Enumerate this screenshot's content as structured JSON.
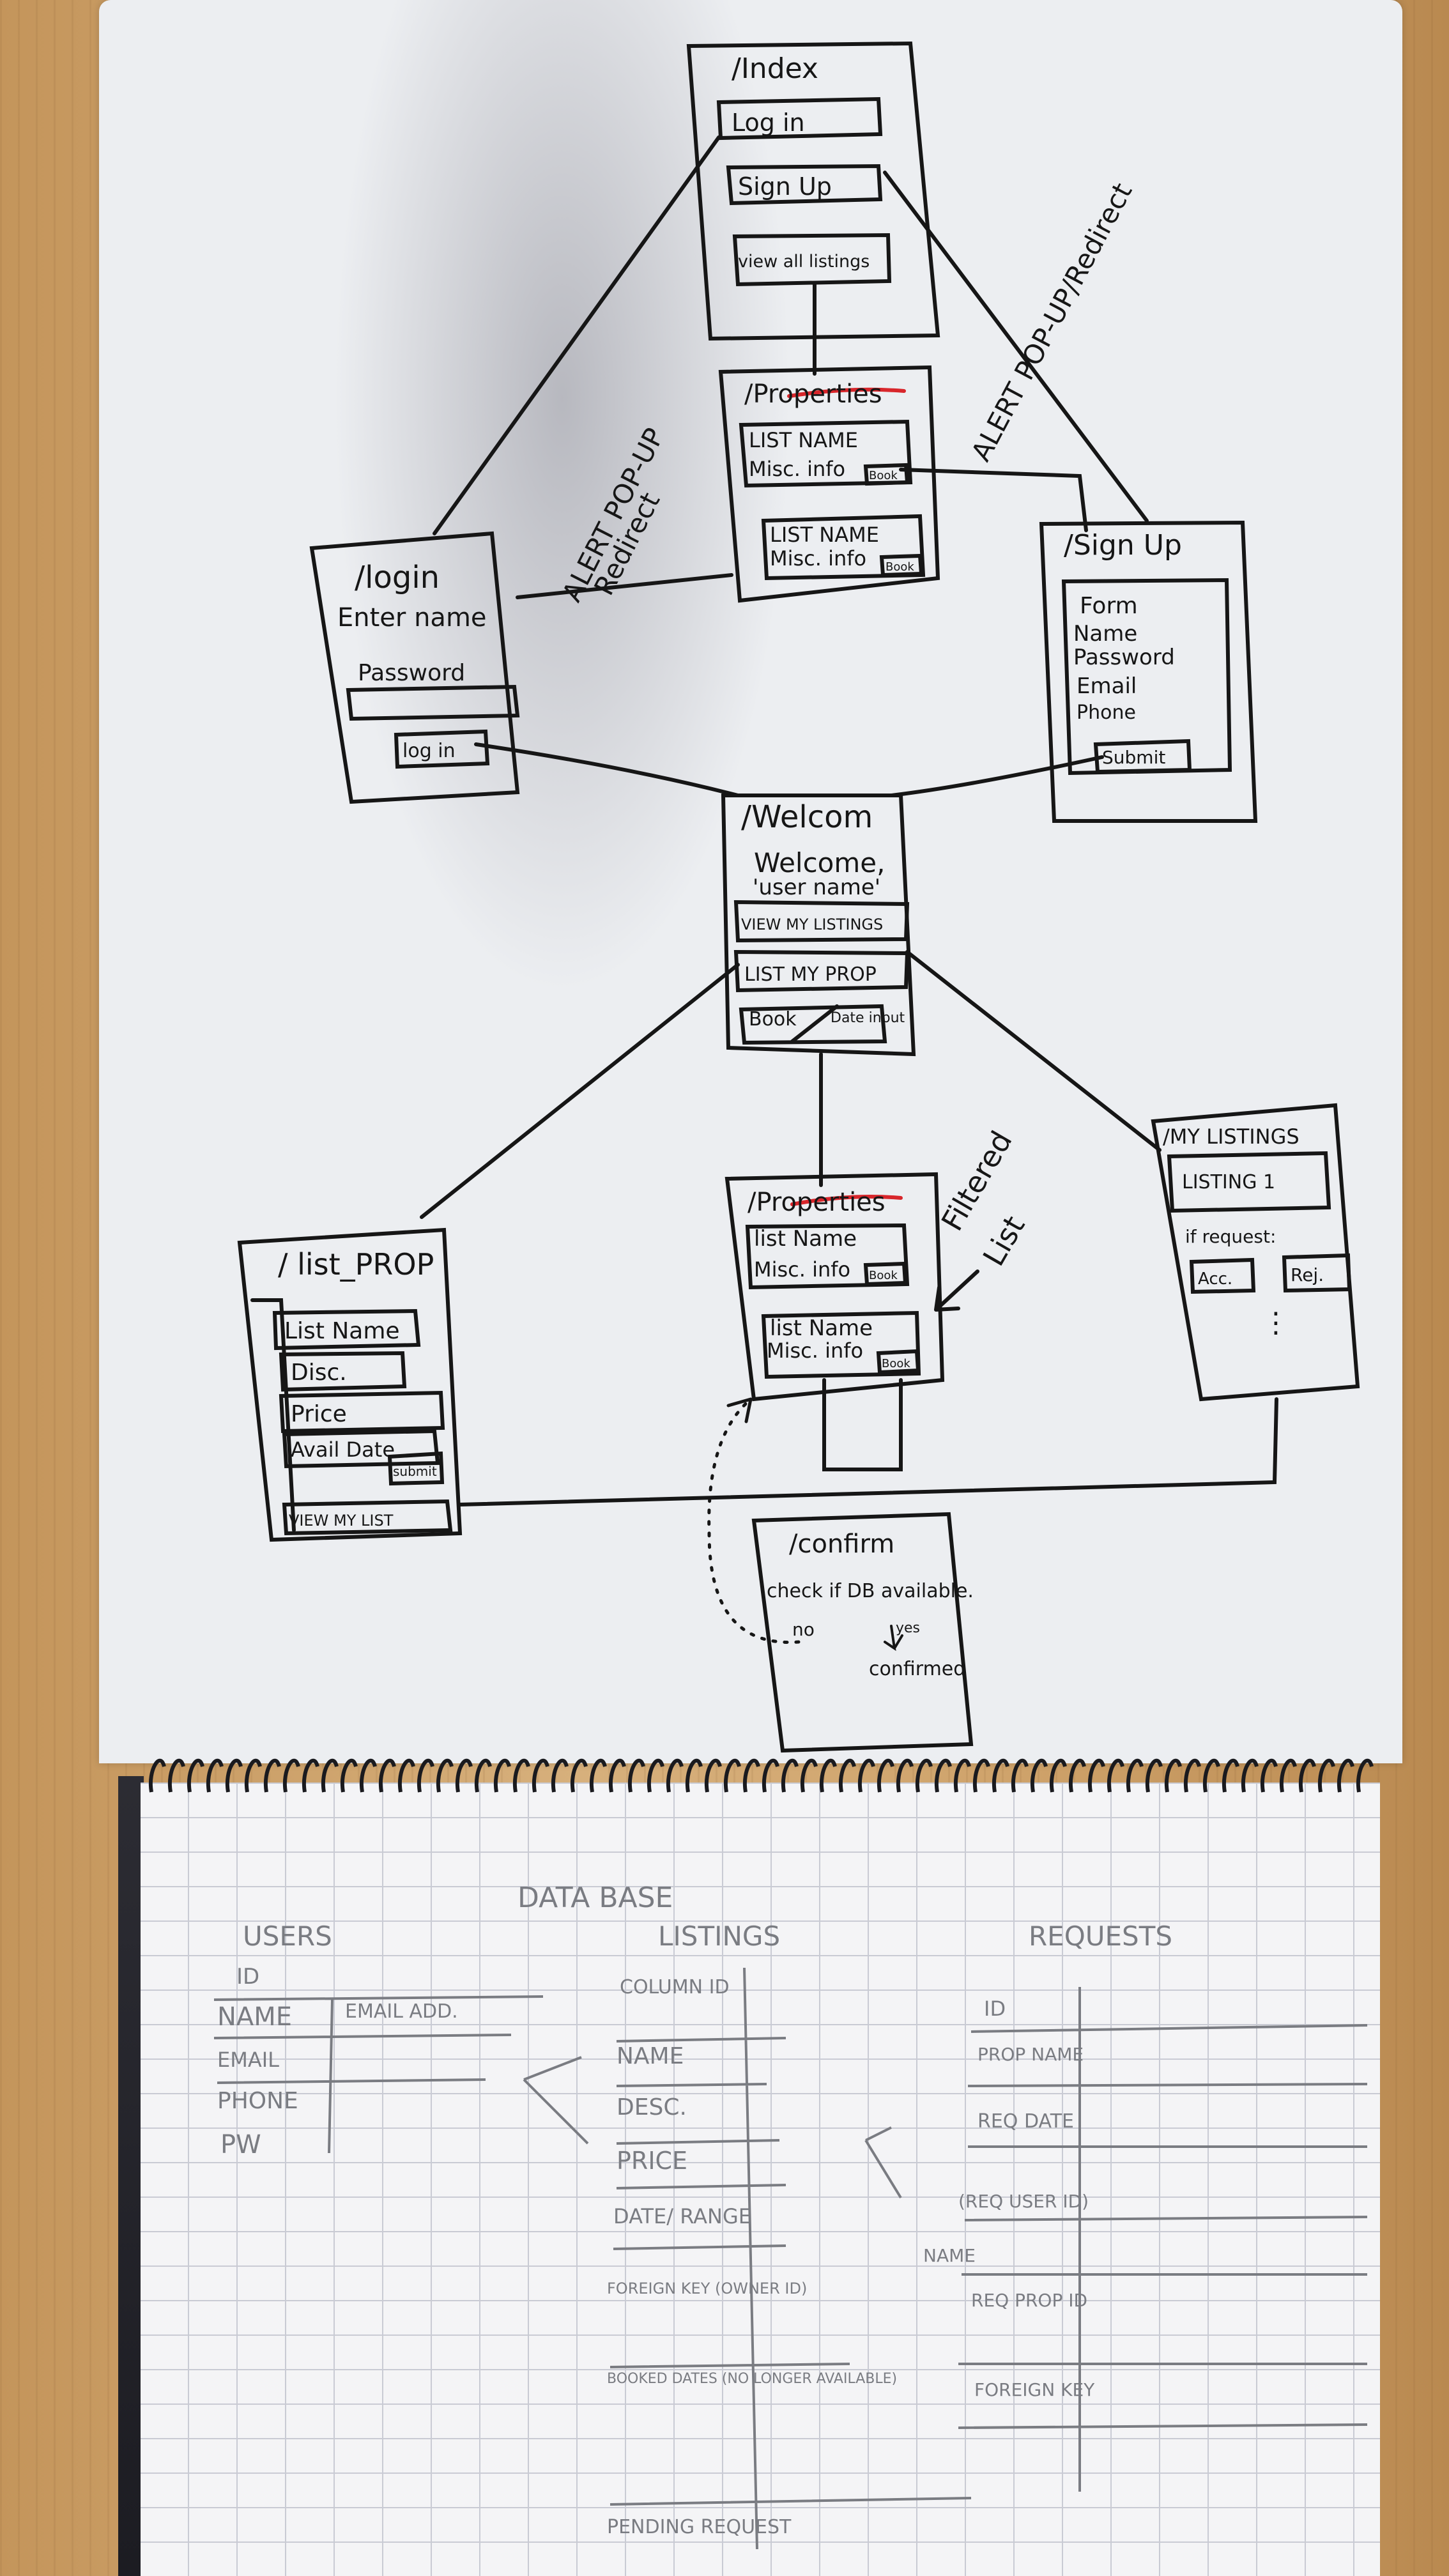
{
  "diagram": {
    "pages": {
      "index": {
        "title": "/Index",
        "buttons": [
          "Log in",
          "Sign Up",
          "view all listings"
        ]
      },
      "properties_top": {
        "title": "/Properties",
        "cards": [
          {
            "name": "LIST NAME",
            "info": "Misc. info",
            "book": "Book"
          },
          {
            "name": "LIST NAME",
            "info": "Misc. info",
            "book": "Book"
          }
        ]
      },
      "login": {
        "title": "/login",
        "field1": "Enter name",
        "field2": "Password",
        "button": "log in"
      },
      "signup": {
        "title": "/Sign Up",
        "form": "Form",
        "fields": [
          "Name",
          "Password",
          "Email",
          "Phone"
        ],
        "button": "Submit"
      },
      "welcome": {
        "title": "/Welcom",
        "greeting": "Welcome,",
        "user": "'user name'",
        "buttons": [
          "VIEW MY LISTINGS",
          "LIST MY PROP"
        ],
        "book": "Book",
        "date": "Date input"
      },
      "list_prop": {
        "title": "/ list_PROP",
        "fields": [
          "List Name",
          "Disc.",
          "Price",
          "Avail Date"
        ],
        "submit": "submit",
        "view": "VIEW MY LIST"
      },
      "properties_mid": {
        "title": "/Properties",
        "cards": [
          {
            "name": "list Name",
            "info": "Misc. info",
            "book": "Book"
          },
          {
            "name": "list Name",
            "info": "Misc. info",
            "book": "Book"
          }
        ]
      },
      "my_listings": {
        "title": "/MY LISTINGS",
        "listing": "LISTING 1",
        "request": "if request:",
        "accept": "Acc.",
        "reject": "Rej.",
        "more": "⋮"
      },
      "confirm": {
        "title": "/confirm",
        "check": "check if DB available.",
        "no": "no",
        "yes": "yes",
        "confirmed": "confirmed"
      }
    },
    "annotations": {
      "alert_left": [
        "ALERT POP-UP",
        "Redirect"
      ],
      "alert_right": "ALERT POP-UP/Redirect",
      "filtered": [
        "Filtered",
        "List"
      ]
    }
  },
  "database": {
    "title": "DATA BASE",
    "tables": [
      {
        "name": "USERS",
        "fields": [
          "ID",
          "NAME",
          "EMAIL",
          "PHONE",
          "PW"
        ],
        "extra": "EMAIL ADD."
      },
      {
        "name": "LISTINGS",
        "fields": [
          "COLUMN ID",
          "NAME",
          "DESC.",
          "PRICE",
          "DATE/ RANGE",
          "FOREIGN KEY (OWNER ID)",
          "BOOKED DATES (NO LONGER AVAILABLE)",
          "PENDING REQUEST"
        ]
      },
      {
        "name": "REQUESTS",
        "fields": [
          "ID",
          "PROP NAME",
          "REQ DATE",
          "(REQ USER ID)",
          "REQ PROP ID",
          "FOREIGN KEY"
        ],
        "extra": "NAME"
      }
    ]
  },
  "colors": {
    "ink": "#161616",
    "pencil": "#7a7c82",
    "red": "#d8262b",
    "paper": "#eceef1"
  }
}
